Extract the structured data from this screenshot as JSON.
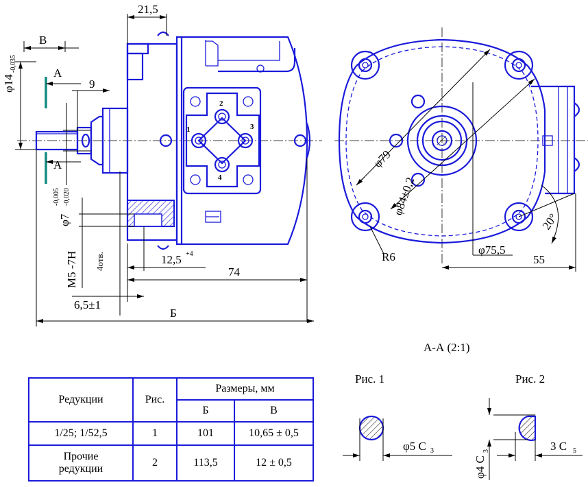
{
  "dimensions": {
    "top_width": "21,5",
    "v": "В",
    "diam14": "φ14",
    "diam14_tol": "-0,035",
    "section_left": "А",
    "nine": "9",
    "diam7": "φ7",
    "diam7_tol_upper": "-0,005",
    "diam7_tol_lower": "-0,020",
    "thread": "М5 -7Н",
    "holes": "4отв.",
    "dim_12_5": "12,5",
    "dim_12_5_tol": "+4",
    "dim_74": "74",
    "dim_6_5": "6,5±1",
    "b": "Б",
    "diam79": "φ79",
    "diam84": "φ84±0,2",
    "r6": "R6",
    "diam75_5": "φ75,5",
    "dim_55": "55",
    "angle": "20°",
    "pin1": "1",
    "pin2": "2",
    "pin3": "3",
    "pin4": "4"
  },
  "section_caption": "А-А (2:1)",
  "fig1": {
    "title": "Рис. 1",
    "label": "φ5 С",
    "sub": "3"
  },
  "fig2": {
    "title": "Рис. 2",
    "label_h": "3 С",
    "sub_h": "5",
    "label_v": "φ4 С",
    "sub_v": "3"
  },
  "table": {
    "headers": {
      "reductions": "Редукции",
      "fig": "Рис.",
      "sizes": "Размеры, мм",
      "b": "Б",
      "v": "В"
    },
    "rows": [
      {
        "reductions": "1/25;  1/52,5",
        "fig": "1",
        "b": "101",
        "v": "10,65 ± 0,5"
      },
      {
        "reductions": "Прочие редукции",
        "fig": "2",
        "b": "113,5",
        "v": "12 ± 0,5"
      }
    ]
  },
  "colors": {
    "outline": "#1a1adb",
    "section_mark": "#138a80",
    "dims": "#000000"
  }
}
